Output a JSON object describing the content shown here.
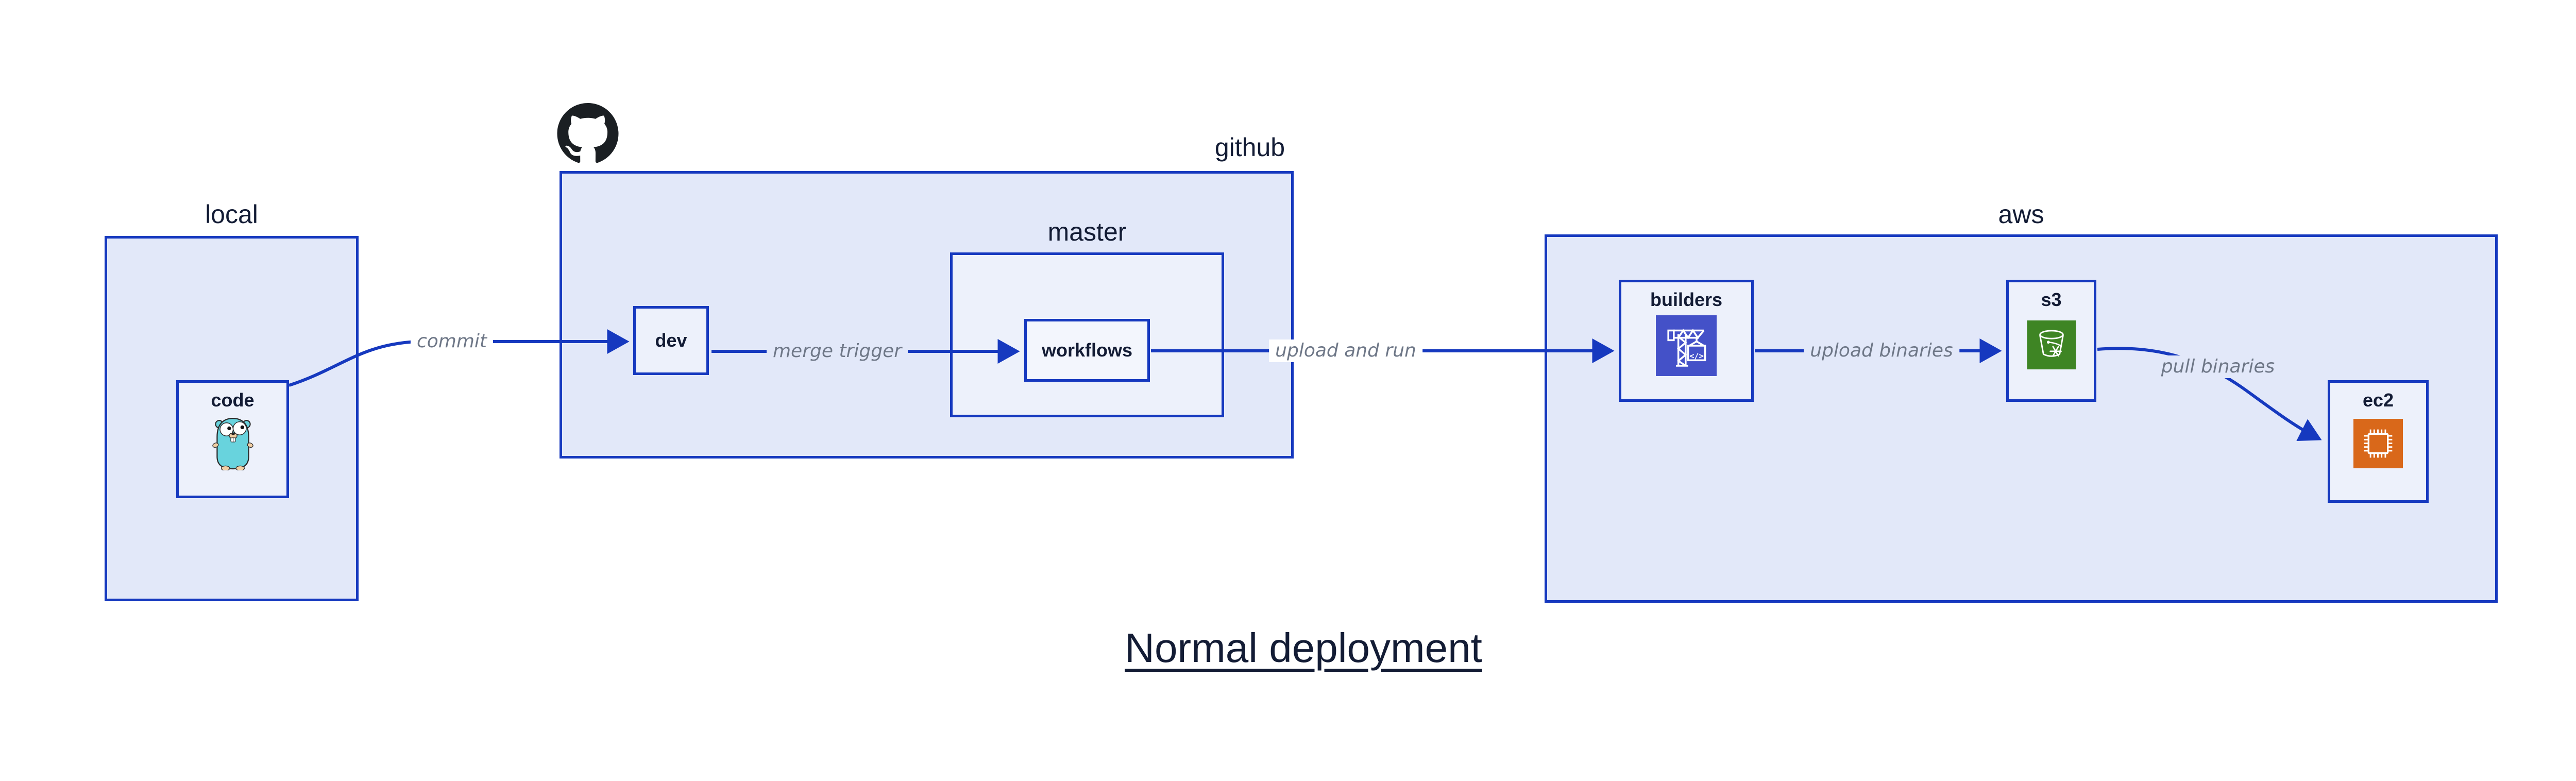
{
  "title": "Normal deployment",
  "groups": {
    "local": {
      "label": "local"
    },
    "github": {
      "label": "github"
    },
    "master": {
      "label": "master"
    },
    "aws": {
      "label": "aws"
    }
  },
  "nodes": {
    "code": {
      "label": "code",
      "icon": "go-gopher-icon"
    },
    "dev": {
      "label": "dev"
    },
    "workflows": {
      "label": "workflows"
    },
    "builders": {
      "label": "builders",
      "icon": "aws-codebuild-crane-icon"
    },
    "s3": {
      "label": "s3",
      "icon": "aws-s3-glacier-bucket-icon"
    },
    "ec2": {
      "label": "ec2",
      "icon": "aws-ec2-chip-icon"
    }
  },
  "edges": [
    {
      "from": "code",
      "to": "dev",
      "label": "commit"
    },
    {
      "from": "dev",
      "to": "workflows",
      "label": "merge trigger"
    },
    {
      "from": "workflows",
      "to": "builders",
      "label": "upload and run"
    },
    {
      "from": "builders",
      "to": "s3",
      "label": "upload binaries"
    },
    {
      "from": "s3",
      "to": "ec2",
      "label": "pull binaries"
    }
  ],
  "icons": {
    "github_logo": "github-octocat-icon",
    "codebuild_code_glyph": "</>"
  },
  "colors": {
    "accent_blue": "#1639bf",
    "group_fill": "#e2e8f9",
    "node_fill": "#edf1fb",
    "subnode_fill": "#f3f6fd",
    "text_navy": "#131c35",
    "edge_gray": "#6e7787",
    "canvas_bg": "#ffffff",
    "github_black": "#1b1f23",
    "gopher_teal": "#68d3dd",
    "builders_indigo": "#4451c8",
    "s3_green": "#3e8524",
    "ec2_orange": "#d9681a"
  }
}
